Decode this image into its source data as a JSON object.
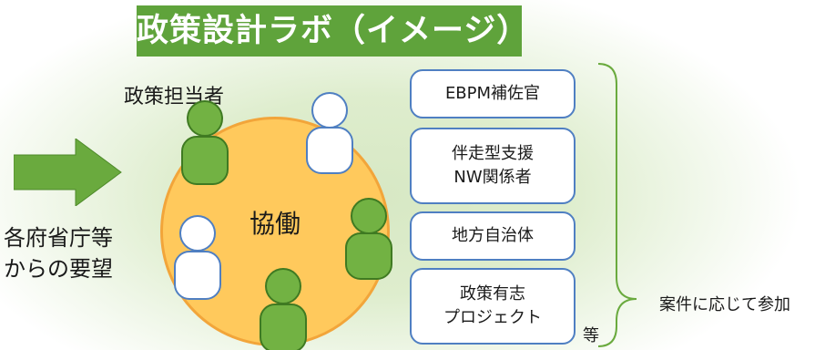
{
  "title": "政策設計ラボ（イメージ）",
  "request_label": "各府省庁等\nからの要望",
  "center_label": "協働",
  "policy_owner_label": "政策担当者",
  "participants": [
    {
      "label": "EBPM補佐官"
    },
    {
      "label": "伴走型支援\nNW関係者"
    },
    {
      "label": "地方自治体"
    },
    {
      "label": "政策有志\nプロジェクト"
    }
  ],
  "etc_label": "等",
  "brace_label": "案件に応じて参加",
  "colors": {
    "title_bg": "#5fa33b",
    "arrow": "#6aaa3e",
    "circle_fill": "#ffc95c",
    "circle_border": "#f2a53a",
    "person_green": "#72b243",
    "person_green_stroke": "#3f7a22",
    "person_white_stroke": "#4f7fc2",
    "box_border": "#4f7fc2",
    "brace": "#6aaa3e"
  }
}
